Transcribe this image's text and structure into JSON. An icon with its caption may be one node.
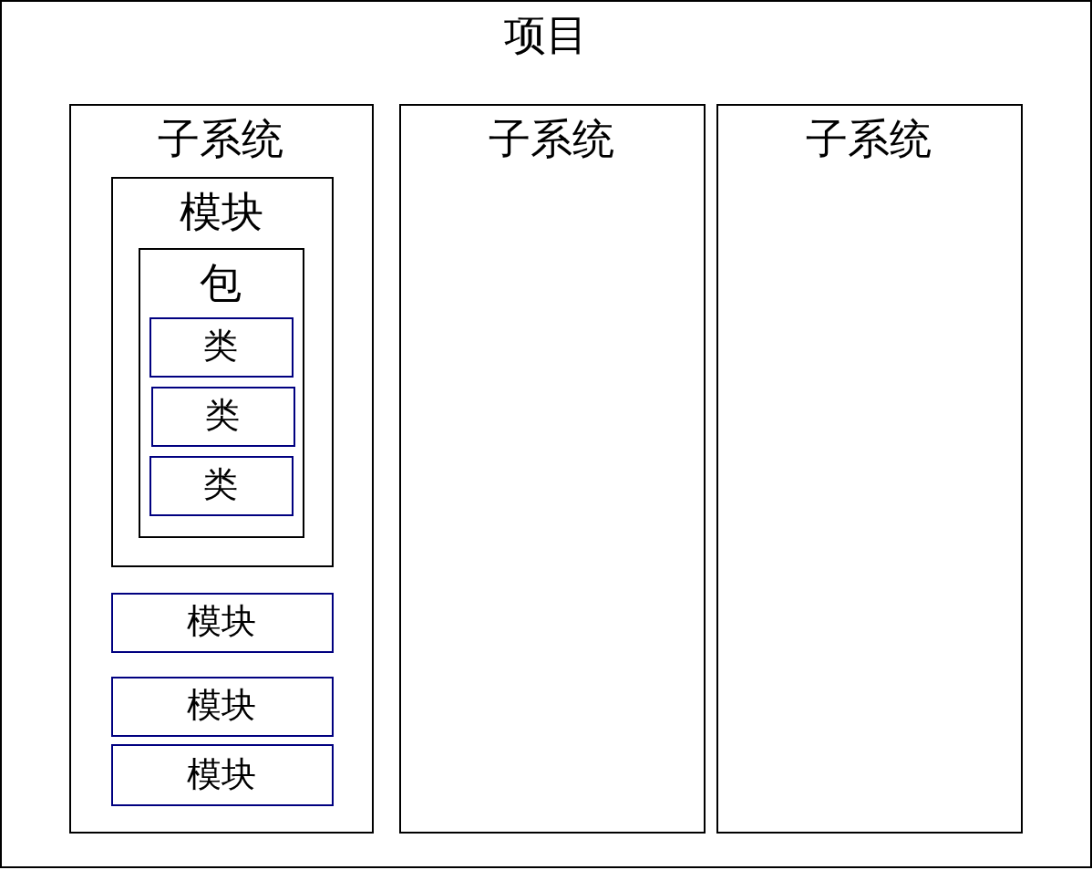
{
  "diagram": {
    "nodes": [
      {
        "text": [
          "项目"
        ]
      },
      {
        "text": [
          "子系统"
        ],
        "in": 0
      },
      {
        "text": [
          "模块"
        ],
        "in": 1
      },
      {
        "text": [
          "包"
        ],
        "in": 2
      },
      {
        "text": [
          "类"
        ],
        "in": 3
      },
      {
        "text": [
          "类"
        ],
        "in": 3
      },
      {
        "text": [
          "类"
        ],
        "in": 3
      },
      {
        "text": [
          "模块"
        ],
        "in": 1
      },
      {
        "text": [
          "模块"
        ],
        "in": 1
      },
      {
        "text": [
          "模块"
        ],
        "in": 1
      },
      {
        "text": [
          "子系统"
        ],
        "in": 0
      },
      {
        "text": [
          "子系统"
        ],
        "in": 0
      }
    ]
  }
}
